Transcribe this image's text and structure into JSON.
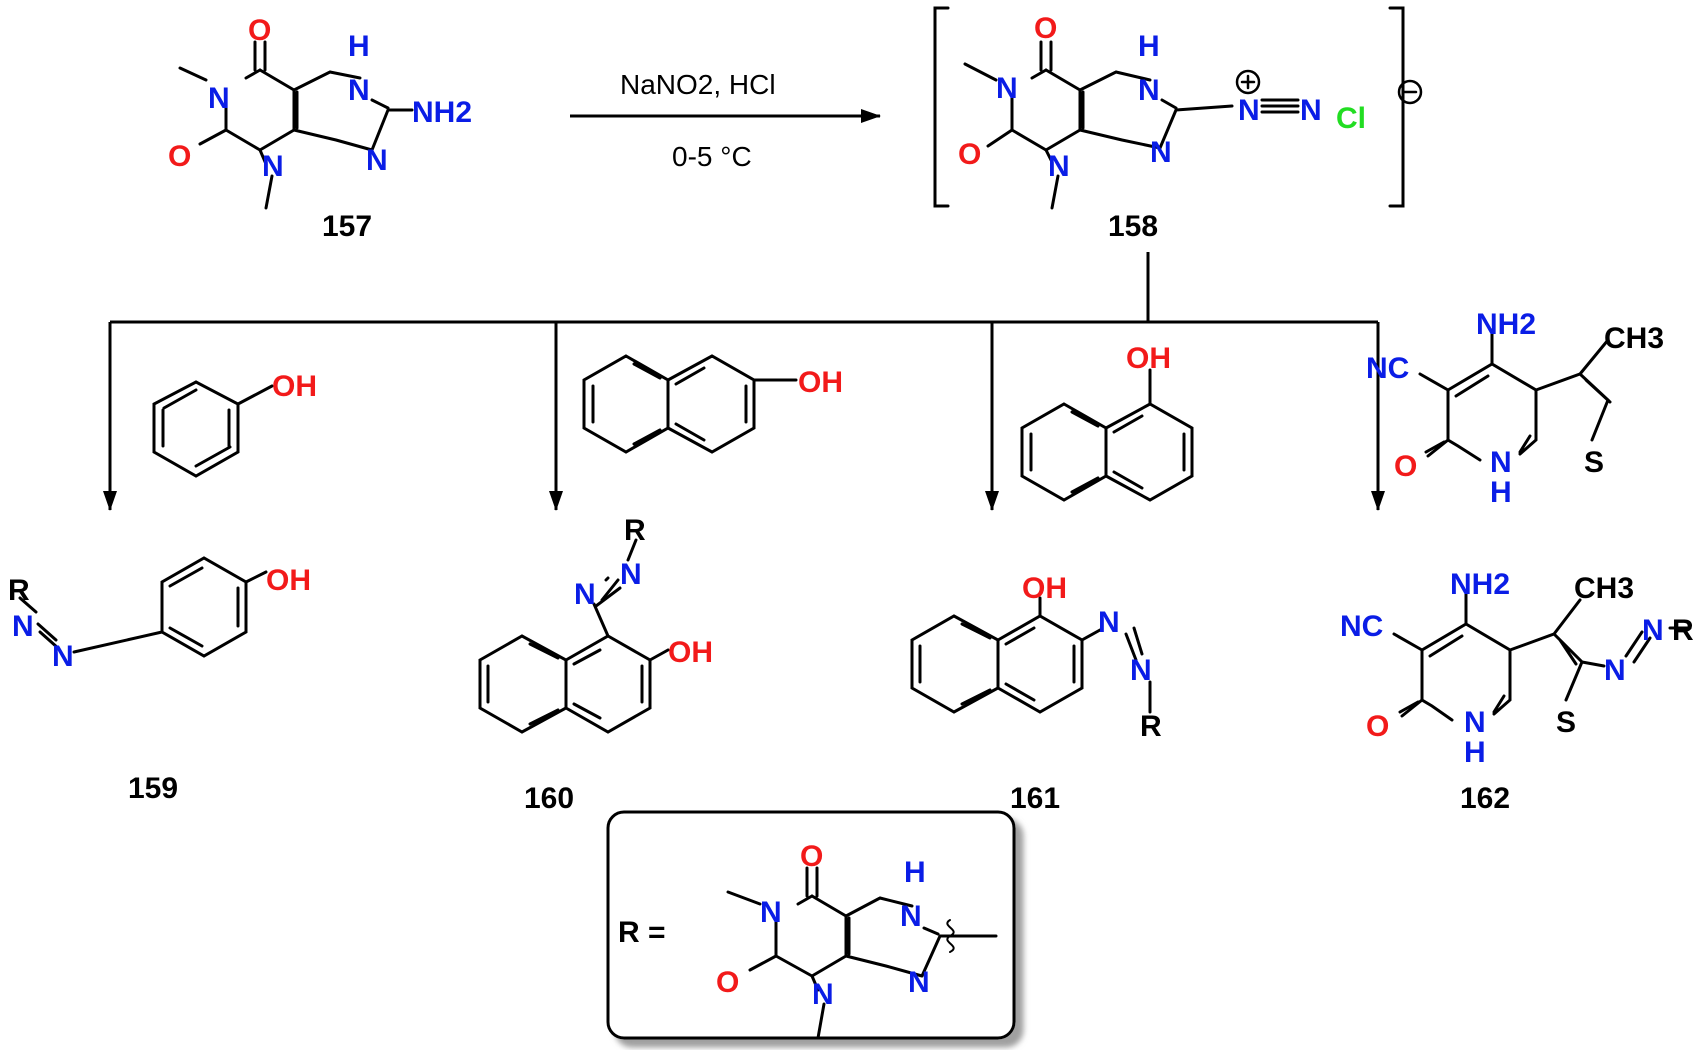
{
  "reaction": {
    "reagents": "NaNO2, HCl",
    "temperature": "0-5 °C"
  },
  "compounds": {
    "c157": "157",
    "c158": "158",
    "c159": "159",
    "c160": "160",
    "c161": "161",
    "c162": "162"
  },
  "legend": {
    "r_equals": "R ="
  },
  "atoms": {
    "N": "N",
    "O": "O",
    "H": "H",
    "S": "S",
    "R": "R",
    "NH2": "NH2",
    "OH": "OH",
    "NC": "NC",
    "CH3": "CH3",
    "Cl": "Cl"
  },
  "colors": {
    "nitrogen": "#0a1de6",
    "oxygen": "#f21a1a",
    "chlorine": "#22dd22",
    "carbon": "#000000"
  }
}
